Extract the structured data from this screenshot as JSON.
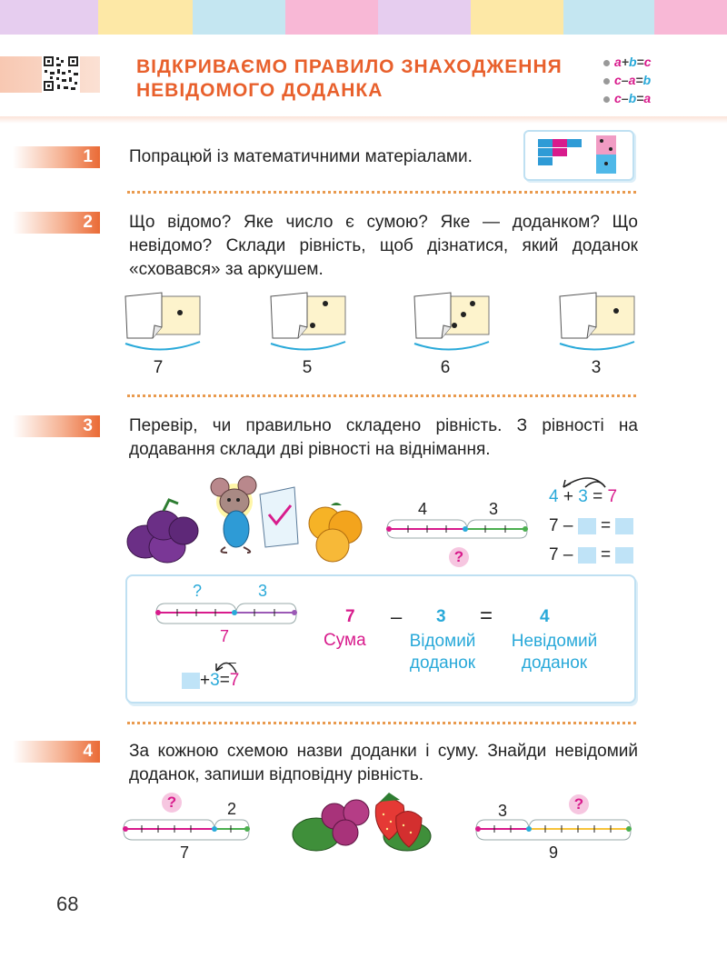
{
  "header": {
    "title_line1": "ВІДКРИВАЄМО ПРАВИЛО ЗНАХОДЖЕННЯ",
    "title_line2": "НЕВІДОМОГО ДОДАНКА",
    "formulas": [
      {
        "a": "a",
        "op1": "+",
        "b": "b",
        "eq": "=",
        "c": "c"
      },
      {
        "a": "c",
        "op1": "–",
        "b": "a",
        "eq": "=",
        "c": "b"
      },
      {
        "a": "c",
        "op1": "–",
        "b": "b",
        "eq": "=",
        "c": "a"
      }
    ],
    "qr_icon": "qr-code-icon"
  },
  "tasks": [
    {
      "number": "1",
      "text": "Попрацюй із математичними матеріалами."
    },
    {
      "number": "2",
      "text": "Що відомо? Яке число є сумою? Яке — доданком? Що невідомо? Склади рівність, щоб дізнатися, який доданок «сховався» за аркушем."
    },
    {
      "number": "3",
      "text": "Перевір, чи правильно складено рівність. З рівності на додавання склади дві рівності на віднімання."
    },
    {
      "number": "4",
      "text": "За кожною схемою назви  доданки і суму. Знайди невідомий доданок, запиши відповідну рівність."
    }
  ],
  "task2": {
    "sums": [
      "7",
      "5",
      "6",
      "3"
    ]
  },
  "task3": {
    "segment_top_left": "4",
    "segment_top_right": "3",
    "question": "?",
    "eq_top": {
      "a": "4",
      "op": "+",
      "b": "3",
      "eq": "=",
      "c": "7"
    },
    "eq_minus1": {
      "a": "7",
      "op": "–",
      "eq": "="
    },
    "eq_minus2": {
      "a": "7",
      "op": "–",
      "eq": "="
    },
    "box": {
      "seg_q": "?",
      "seg_known": "3",
      "seg_sum": "7",
      "eq_sum": "7",
      "eq_minus": "–",
      "eq_known": "3",
      "eq_equals": "=",
      "eq_unknown": "4",
      "label_sum": "Сума",
      "label_known": "Відомий доданок",
      "label_unknown": "Невідомий доданок",
      "small_eq": {
        "op": "+",
        "b": "3",
        "eq": "=",
        "c": "7",
        "arc_sign": "–"
      }
    }
  },
  "task4": {
    "left_scheme": {
      "q": "?",
      "known": "2",
      "sum": "7"
    },
    "right_scheme": {
      "known": "3",
      "q": "?",
      "sum": "9"
    }
  },
  "page_number": "68",
  "colors": {
    "accent_orange": "#e8602c",
    "magenta": "#d81b8c",
    "cyan": "#29a9d9",
    "stripes": [
      "#e2c6ec",
      "#fce7a0",
      "#bfe3f0",
      "#f9b4d4",
      "#e2c6ec",
      "#fce7a0",
      "#bfe3f0",
      "#f9b4d4"
    ]
  }
}
